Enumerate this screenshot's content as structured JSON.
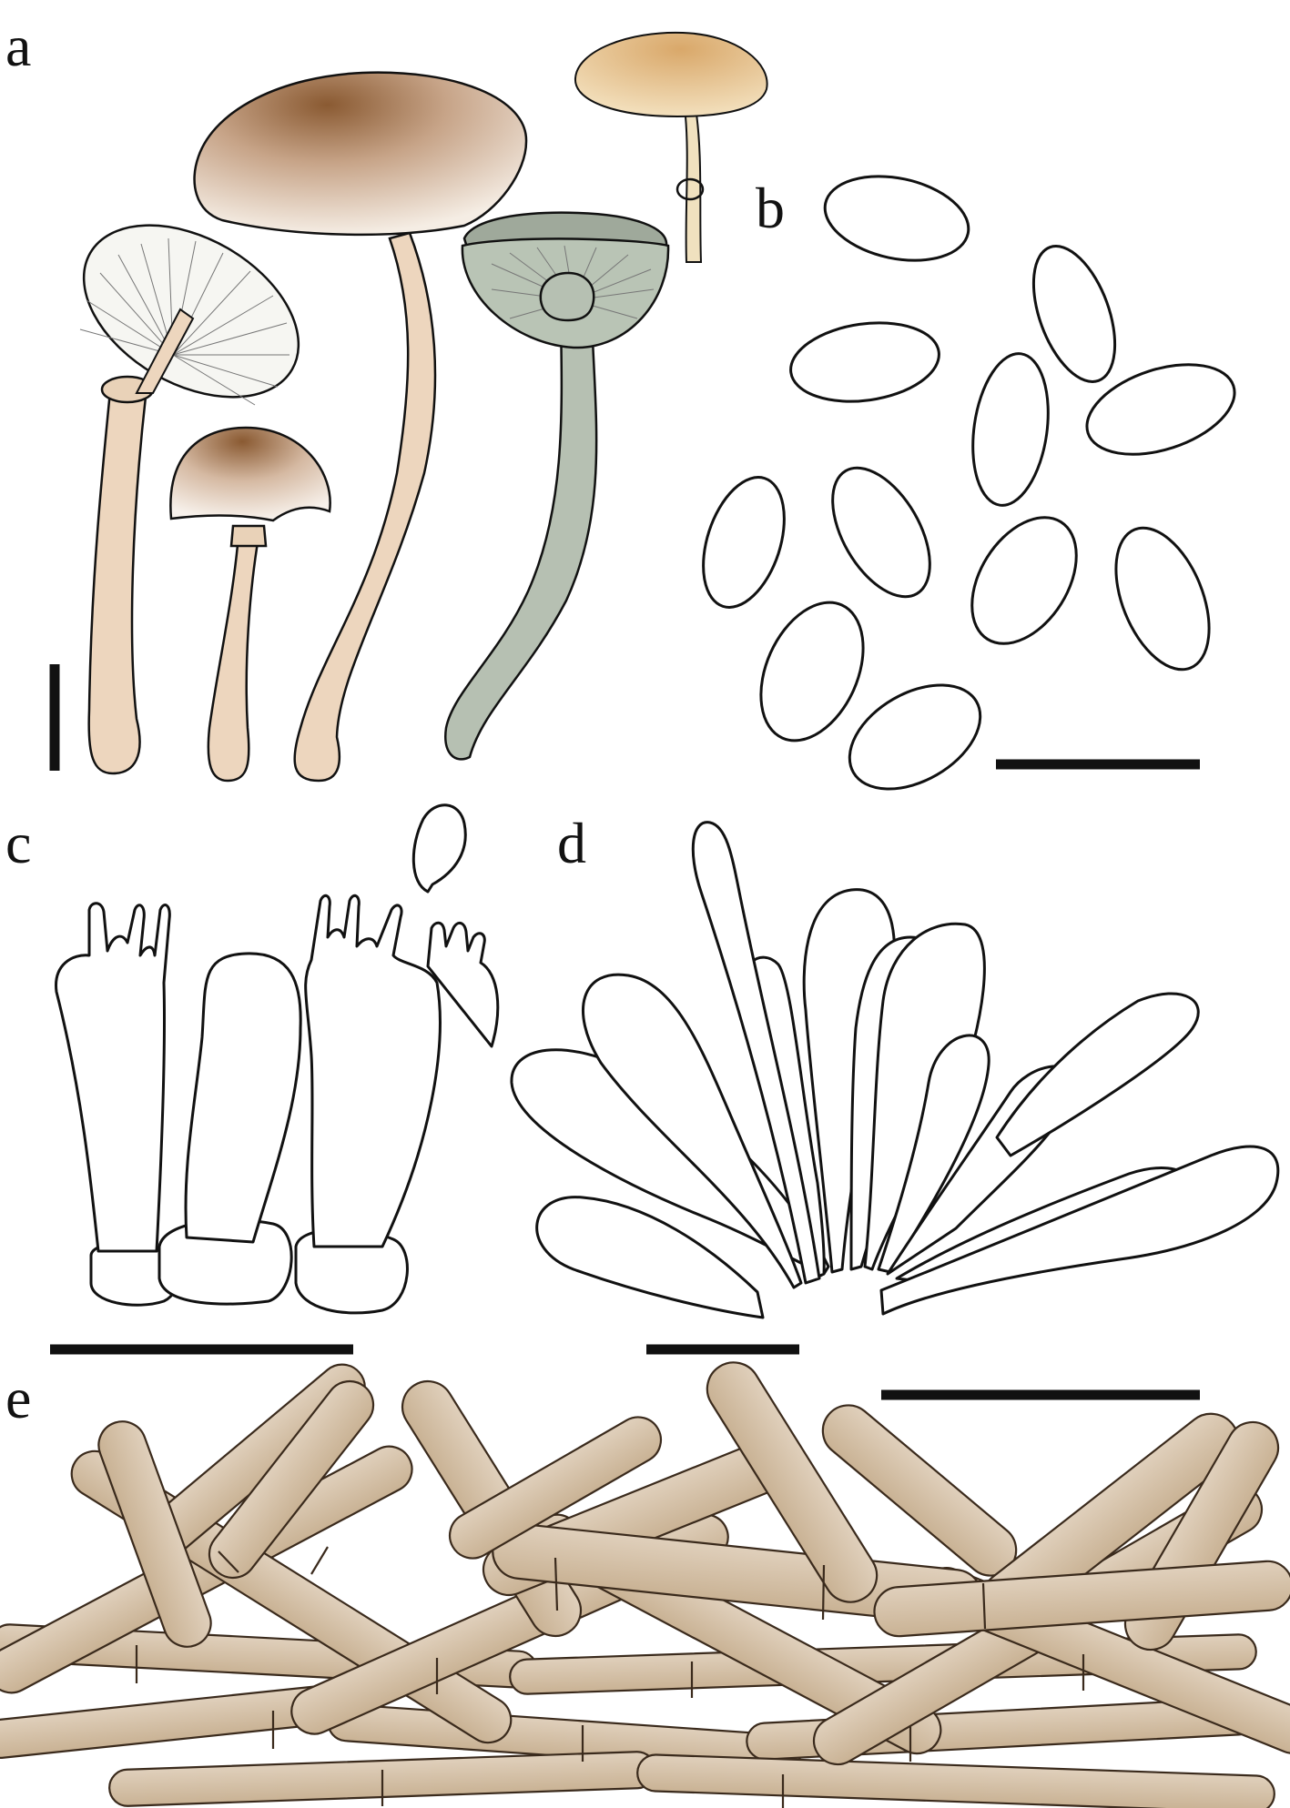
{
  "panels": [
    {
      "id": "a",
      "letter": "a"
    },
    {
      "id": "b",
      "letter": "b"
    },
    {
      "id": "c",
      "letter": "c"
    },
    {
      "id": "d",
      "letter": "d"
    },
    {
      "id": "e",
      "letter": "e"
    }
  ],
  "colors": {
    "cap_brown": "#8a5a32",
    "cap_cream": "#f4ece1",
    "stipe_tan": "#edd6be",
    "greenish_grey": "#b6c0b2",
    "ochre_cap": "#ecd3a2",
    "hypha_brown": "#d4c0a6",
    "ink": "#111111"
  },
  "icons": [
    "basidiomata-drawing",
    "basidiospore-outline",
    "basidium-outline",
    "cheilocystidium-outline",
    "pileipellis-hypha"
  ]
}
